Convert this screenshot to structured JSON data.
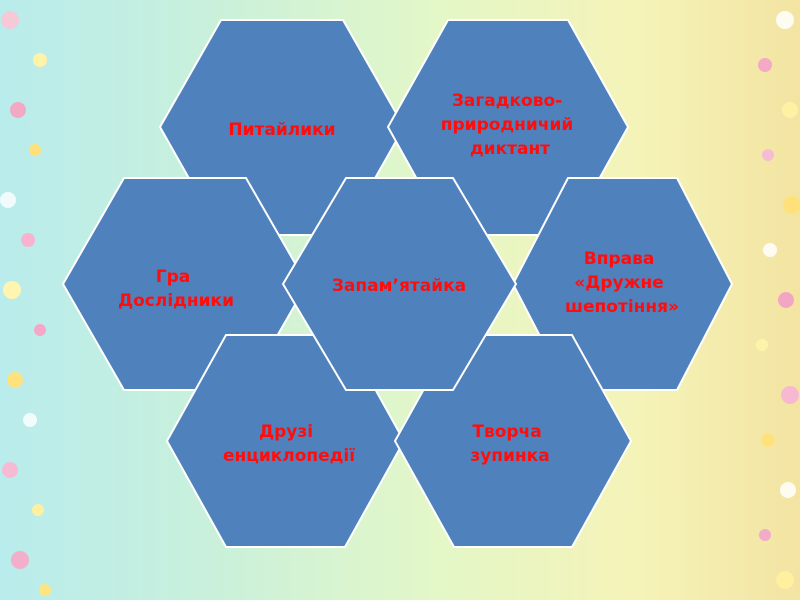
{
  "diagram": {
    "center": {
      "label": [
        "Запам’ятайка"
      ]
    },
    "top_left": {
      "label": [
        "Питайлики"
      ]
    },
    "top_right": {
      "label": [
        "Загадково-",
        "природничий",
        "диктант"
      ]
    },
    "middle_left": {
      "label": [
        "Гра",
        "Дослідники"
      ]
    },
    "middle_right": {
      "label": [
        "Вправа",
        "«Дружне",
        "шепотіння»"
      ]
    },
    "bottom_left": {
      "label": [
        "Друзі",
        "енциклопедії"
      ]
    },
    "bottom_right": {
      "label": [
        "Творча",
        "зупинка"
      ]
    }
  },
  "colors": {
    "hex_fill": "#4f81bd",
    "hex_stroke": "#ffffff",
    "text": "#ff0d0d"
  }
}
